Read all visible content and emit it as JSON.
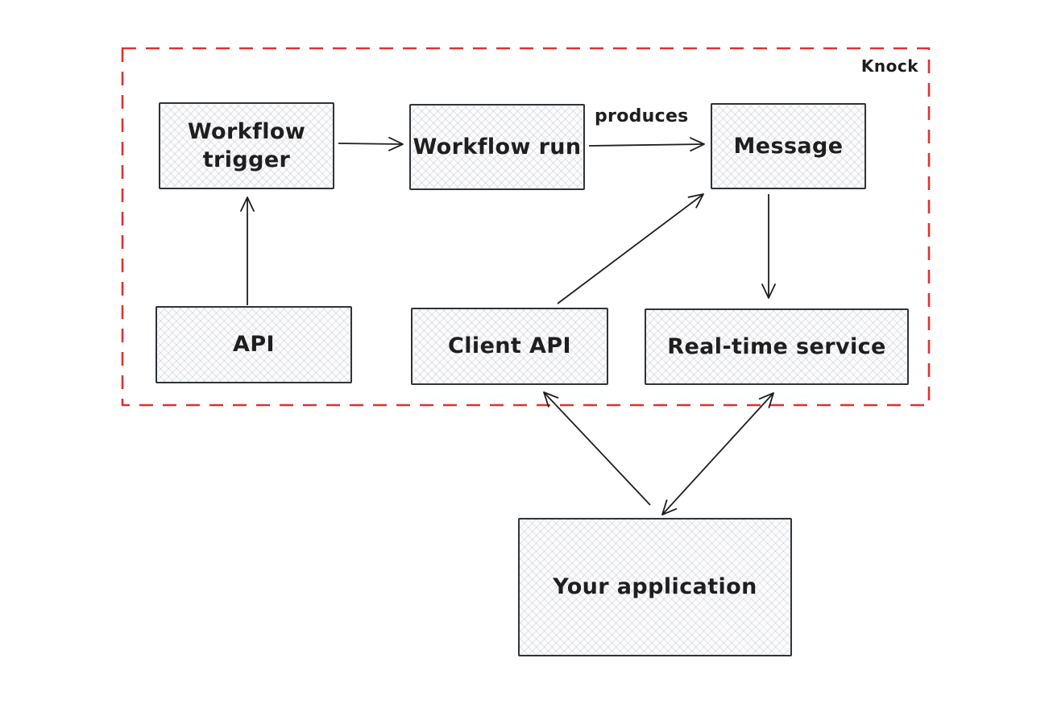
{
  "diagram": {
    "type": "architecture-flow",
    "boundary": {
      "label": "Knock",
      "style": "dashed",
      "color": "#e03131"
    },
    "colors": {
      "background": "#ffffff",
      "node_border": "#2f3437",
      "node_fill": "#fcfcfd",
      "hatch": "rgba(120,128,148,0.20)",
      "text": "#1e1e1e",
      "arrow": "#1e1e1e",
      "boundary_red": "#e03131"
    },
    "nodes": [
      {
        "id": "workflow-trigger",
        "label": "Workflow trigger",
        "inside_boundary": true
      },
      {
        "id": "workflow-run",
        "label": "Workflow run",
        "inside_boundary": true
      },
      {
        "id": "message",
        "label": "Message",
        "inside_boundary": true
      },
      {
        "id": "api",
        "label": "API",
        "inside_boundary": true
      },
      {
        "id": "client-api",
        "label": "Client API",
        "inside_boundary": true
      },
      {
        "id": "realtime-service",
        "label": "Real-time service",
        "inside_boundary": true
      },
      {
        "id": "your-application",
        "label": "Your application",
        "inside_boundary": false
      }
    ],
    "edges": [
      {
        "from": "workflow-trigger",
        "to": "workflow-run",
        "label": "",
        "direction": "single"
      },
      {
        "from": "workflow-run",
        "to": "message",
        "label": "produces",
        "direction": "single"
      },
      {
        "from": "api",
        "to": "workflow-trigger",
        "label": "",
        "direction": "single"
      },
      {
        "from": "client-api",
        "to": "message",
        "label": "",
        "direction": "single"
      },
      {
        "from": "message",
        "to": "realtime-service",
        "label": "",
        "direction": "single"
      },
      {
        "from": "your-application",
        "to": "client-api",
        "label": "",
        "direction": "single"
      },
      {
        "from": "your-application",
        "to": "realtime-service",
        "label": "",
        "direction": "double"
      }
    ]
  }
}
